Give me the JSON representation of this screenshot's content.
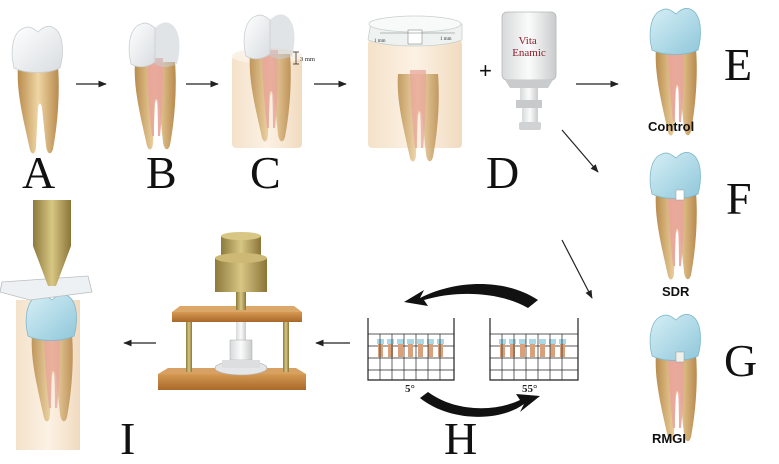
{
  "panels": {
    "a": "A",
    "b": "B",
    "c": "C",
    "d": "D",
    "e": "E",
    "f": "F",
    "g": "G",
    "h": "H",
    "i": "I"
  },
  "block_text": "Vita Enamic",
  "measurement": "3 mm",
  "groups": {
    "control": "Control",
    "sdr": "SDR",
    "rmgi": "RMGI"
  },
  "plus": "+",
  "thermocycle": {
    "cold": "5°",
    "hot": "55°"
  },
  "colors": {
    "enamel": "#e9f3f6",
    "root": "#d9b57c",
    "pulp": "#e59a90",
    "composite": "#a9d8e6",
    "wood": "#c98b43",
    "metal": "#b09a55"
  }
}
